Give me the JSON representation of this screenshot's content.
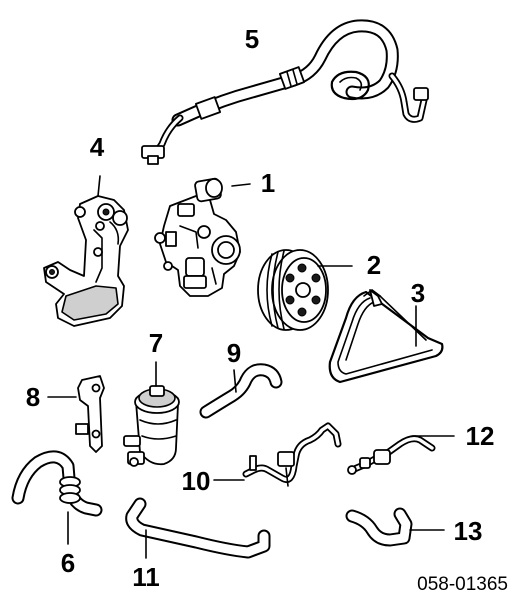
{
  "diagram": {
    "callouts": [
      "1",
      "2",
      "3",
      "4",
      "5",
      "6",
      "7",
      "8",
      "9",
      "10",
      "11",
      "12",
      "13"
    ],
    "catalog_code": "058-01365"
  }
}
